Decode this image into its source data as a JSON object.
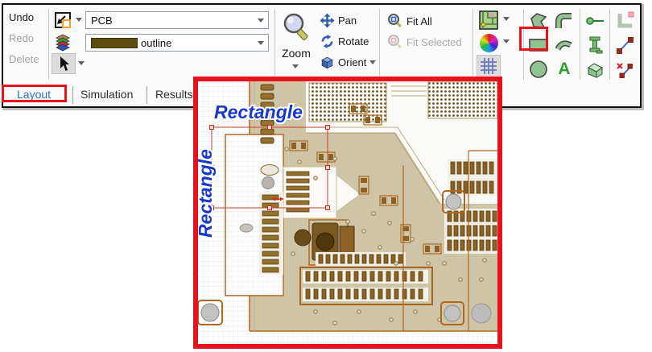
{
  "toolbar": {
    "edit": {
      "undo": "Undo",
      "redo": "Redo",
      "delete": "Delete"
    },
    "selectors": {
      "geometry_value": "PCB",
      "layer_value": "outline",
      "layer_swatch_color": "#5c4d0e"
    },
    "view": {
      "zoom": "Zoom",
      "pan": "Pan",
      "rotate": "Rotate",
      "orient": "Orient",
      "fit_all": "Fit All",
      "fit_selected": "Fit Selected"
    },
    "draw": {
      "text_tool_label": "A"
    }
  },
  "tabs": [
    {
      "label": "Layout",
      "active": true
    },
    {
      "label": "Simulation",
      "active": false
    },
    {
      "label": "Results",
      "active": false
    }
  ],
  "canvas": {
    "annotation_horizontal": "Rectangle",
    "annotation_vertical": "Rectangle"
  },
  "colors": {
    "annotation_red": "#e8121c",
    "tab_active_blue": "#2e74b5",
    "board_tan": "#cfc5a6",
    "pad_brown": "#8a6226",
    "outline_orange": "#b06820",
    "selection_red": "#c04028",
    "label_blue": "#1838cc"
  }
}
